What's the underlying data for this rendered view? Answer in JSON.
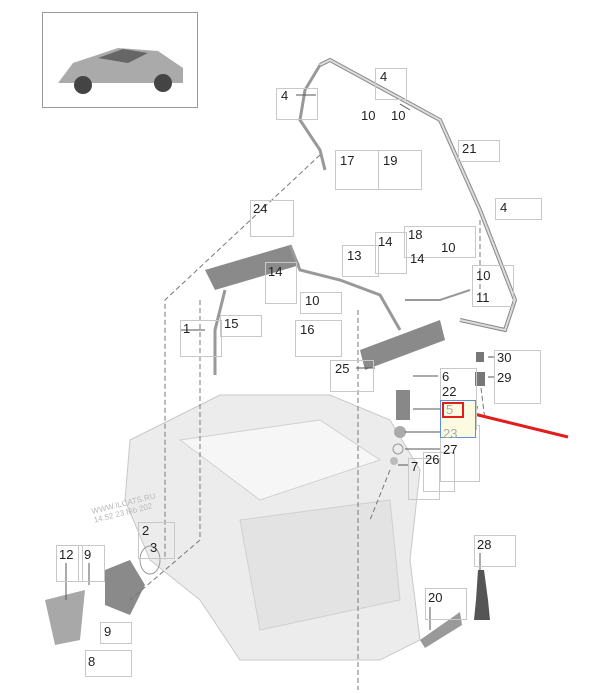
{
  "diagram": {
    "title": "Fuel injection system parts diagram",
    "labels": [
      "4",
      "4",
      "10",
      "10",
      "17",
      "19",
      "21",
      "4",
      "24",
      "18",
      "10",
      "14",
      "13",
      "14",
      "14",
      "10",
      "10",
      "11",
      "1",
      "15",
      "16",
      "25",
      "30",
      "6",
      "29",
      "22",
      "5",
      "23",
      "27",
      "26",
      "7",
      "2",
      "3",
      "12",
      "9",
      "9",
      "8",
      "28",
      "20"
    ],
    "selected_label": "5",
    "watermark_line1": "WWW.ILCATS.RU",
    "watermark_line2": "14.52 23 fēb 202",
    "colors": {
      "highlight": "#e21d1d",
      "selection_border": "#5b8ee0",
      "selection_fill": "#fcfbe2"
    }
  }
}
